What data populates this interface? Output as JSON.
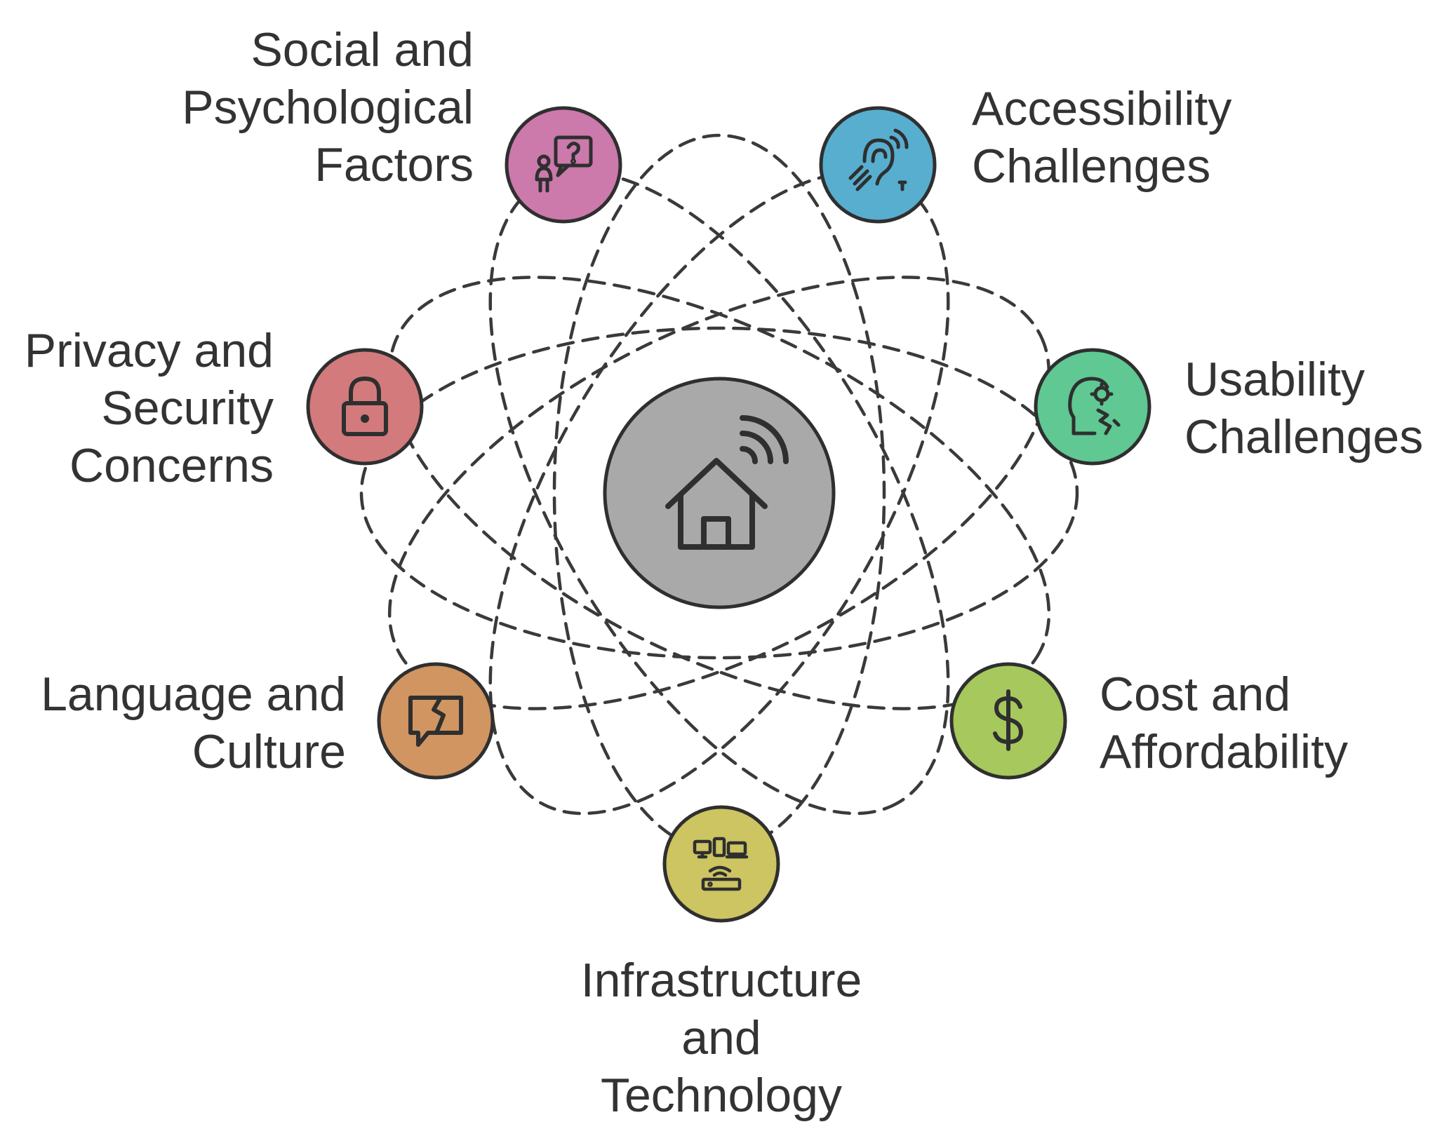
{
  "colors": {
    "orbit_stroke": "#3a3a3a",
    "node_stroke": "#2f2f2f",
    "center_fill": "#a9a9a9",
    "social": "#cc79ac",
    "accessibility": "#57aecf",
    "privacy": "#d27a7c",
    "usability": "#5fc893",
    "language": "#d09561",
    "cost": "#a6c85c",
    "infrastructure": "#cdc462"
  },
  "center": {
    "icon": "smart-home-icon"
  },
  "nodes": {
    "social": {
      "lines": [
        "Social and",
        "Psychological",
        "Factors"
      ],
      "icon": "person-question-icon"
    },
    "accessibility": {
      "lines": [
        "Accessibility",
        "Challenges"
      ],
      "icon": "hearing-aid-ear-icon"
    },
    "privacy": {
      "lines": [
        "Privacy and",
        "Security",
        "Concerns"
      ],
      "icon": "padlock-icon"
    },
    "usability": {
      "lines": [
        "Usability",
        "Challenges"
      ],
      "icon": "confused-head-gear-icon"
    },
    "language": {
      "lines": [
        "Language and",
        "Culture"
      ],
      "icon": "broken-speech-bubble-icon"
    },
    "cost": {
      "lines": [
        "Cost and",
        "Affordability"
      ],
      "icon": "dollar-icon"
    },
    "infrastructure": {
      "lines": [
        "Infrastructure",
        "and",
        "Technology"
      ],
      "icon": "network-devices-router-icon"
    }
  }
}
